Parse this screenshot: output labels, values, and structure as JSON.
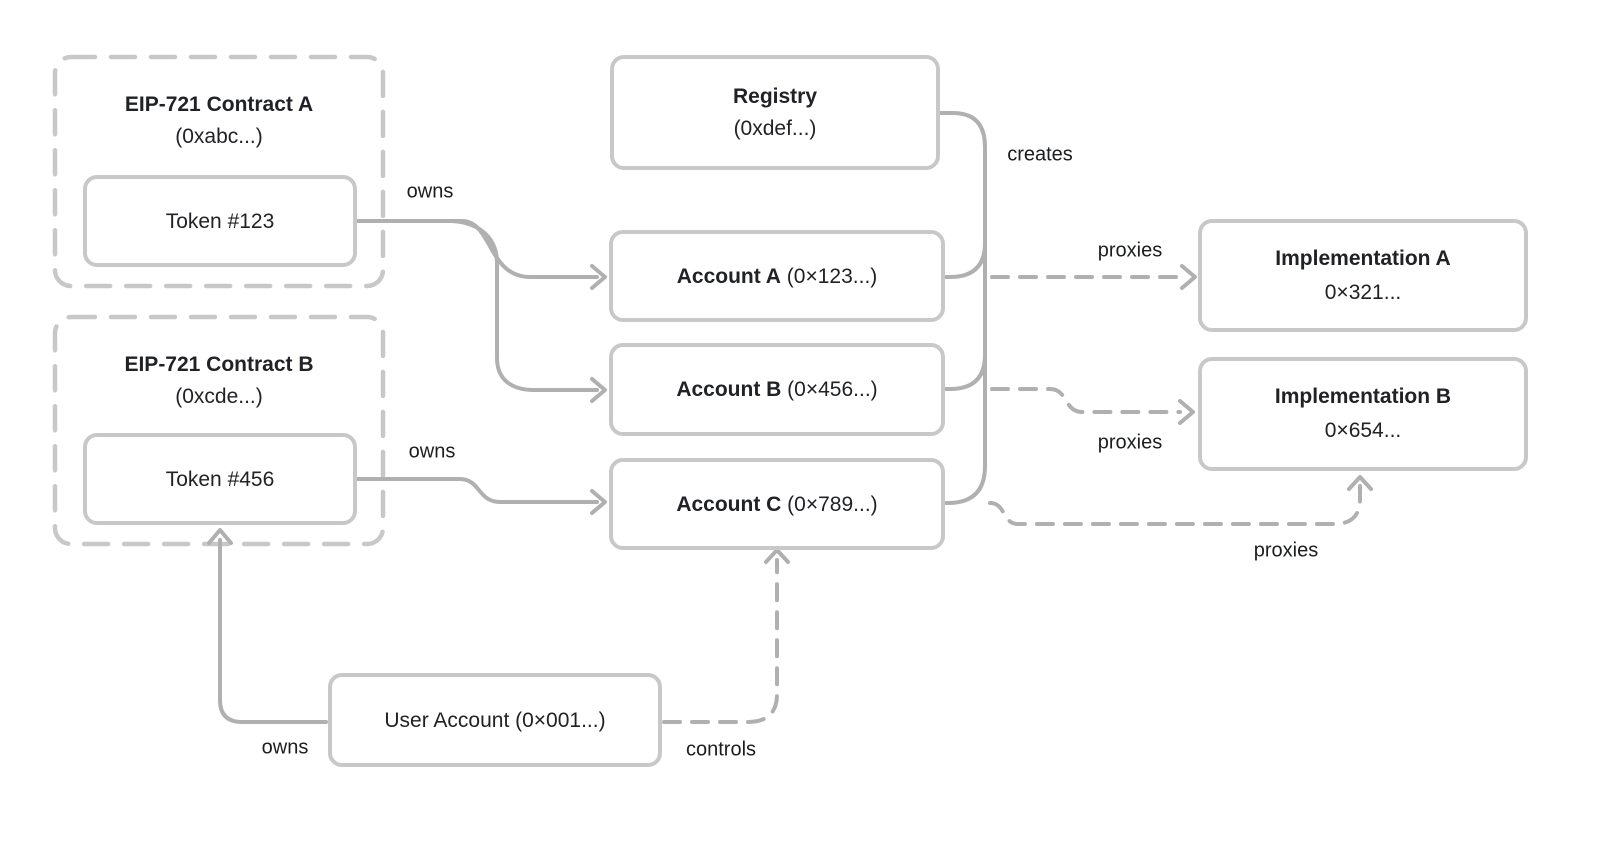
{
  "colors": {
    "line": "#b0b0b0",
    "border": "#c8c8c8",
    "text": "#202225",
    "label": "#1b1d1f",
    "bg": "#ffffff"
  },
  "nodes": {
    "contract_a": {
      "title": "EIP-721 Contract A",
      "subtitle": "(0xabc...)"
    },
    "token_123": {
      "label": "Token #123"
    },
    "contract_b": {
      "title": "EIP-721 Contract B",
      "subtitle": "(0xcde...)"
    },
    "token_456": {
      "label": "Token #456"
    },
    "registry": {
      "title": "Registry",
      "subtitle": "(0xdef...)"
    },
    "account_a": {
      "title": "Account A",
      "address": "(0×123...)"
    },
    "account_b": {
      "title": "Account B",
      "address": "(0×456...)"
    },
    "account_c": {
      "title": "Account C",
      "address": "(0×789...)"
    },
    "implementation_a": {
      "title": "Implementation A",
      "address": "0×321..."
    },
    "implementation_b": {
      "title": "Implementation B",
      "address": "0×654..."
    },
    "user_account": {
      "label": "User Account (0×001...)"
    }
  },
  "edges": {
    "token123_owns": "owns",
    "token456_owns": "owns",
    "registry_creates": "creates",
    "accountA_proxies": "proxies",
    "accountB_proxies": "proxies",
    "accountC_proxies": "proxies",
    "user_owns": "owns",
    "user_controls": "controls"
  }
}
